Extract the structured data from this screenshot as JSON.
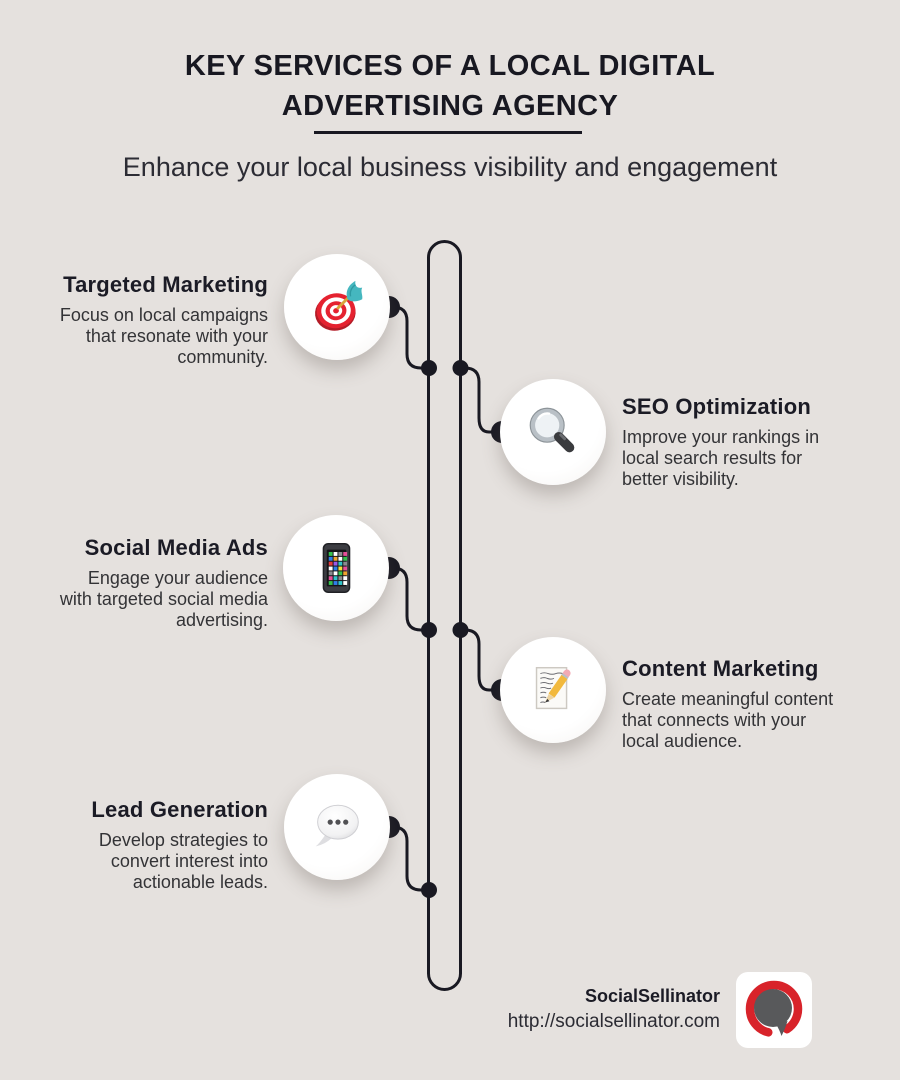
{
  "header": {
    "title": "KEY SERVICES OF A LOCAL DIGITAL\nADVERTISING AGENCY",
    "subtitle": "Enhance your local business visibility and engagement"
  },
  "items": [
    {
      "title": "Targeted Marketing",
      "description": "Focus on local campaigns\nthat resonate with your\ncommunity.",
      "icon": "dart-target-icon",
      "side": "left"
    },
    {
      "title": "SEO Optimization",
      "description": "Improve your rankings in\nlocal search results for\nbetter visibility.",
      "icon": "magnifying-glass-icon",
      "side": "right"
    },
    {
      "title": "Social Media Ads",
      "description": "Engage your audience\nwith targeted social media\nadvertising.",
      "icon": "smartphone-icon",
      "side": "left"
    },
    {
      "title": "Content Marketing",
      "description": "Create meaningful content\nthat connects with your\nlocal audience.",
      "icon": "memo-pencil-icon",
      "side": "right"
    },
    {
      "title": "Lead Generation",
      "description": "Develop strategies to\nconvert interest into\nactionable leads.",
      "icon": "speech-bubble-icon",
      "side": "left"
    }
  ],
  "footer": {
    "brand": "SocialSellinator",
    "url": "http://socialsellinator.com",
    "logo": "socialsellinator-logo"
  },
  "colors": {
    "background": "#e5e1de",
    "ink": "#191922",
    "body_text": "#333336",
    "logo_red": "#d8232a",
    "logo_gray": "#58595b",
    "circle_fill": "#ffffff"
  }
}
